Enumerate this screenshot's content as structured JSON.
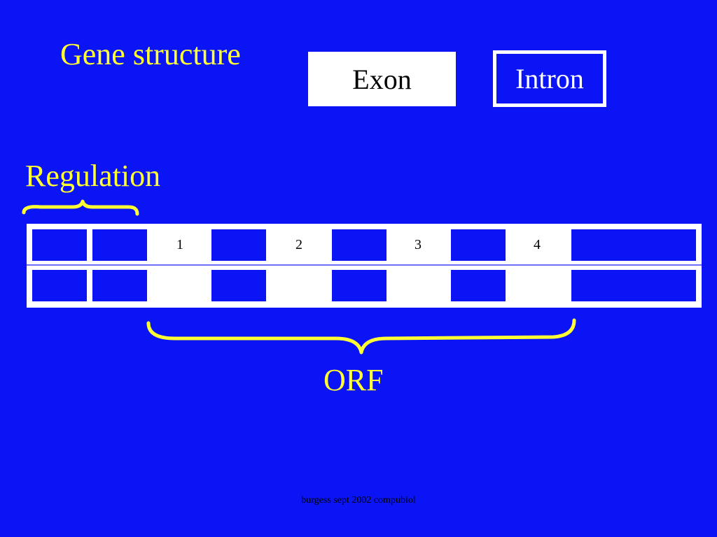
{
  "slide": {
    "title": "Gene structure",
    "footer": "burgess sept 2002 compubiol"
  },
  "legend": {
    "exon_label": "Exon",
    "intron_label": "Intron"
  },
  "diagram": {
    "regulation_label": "Regulation",
    "orf_label": "ORF",
    "exon_numbers": [
      "1",
      "2",
      "3",
      "4"
    ]
  },
  "colors": {
    "background": "#0A14F5",
    "exon": "#FFFFFF",
    "accent": "#FFFF33"
  }
}
